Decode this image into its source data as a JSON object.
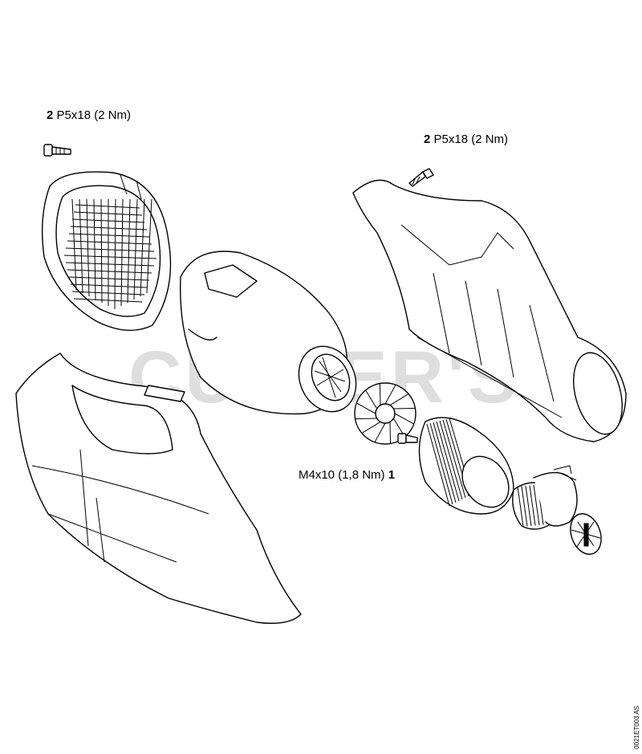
{
  "callouts": {
    "screw_left": {
      "qty": "2",
      "spec": "P5x18 (2 Nm)"
    },
    "screw_right": {
      "qty": "2",
      "spec": "P5x18 (2 Nm)"
    },
    "screw_center": {
      "spec": "M4x10 (1,8 Nm)",
      "qty": "1"
    }
  },
  "watermark": "CUTLER'S",
  "drawing_code": "0021ET003  AS",
  "colors": {
    "line": "#000000",
    "background": "#ffffff",
    "watermark": "#d9d9d9"
  }
}
